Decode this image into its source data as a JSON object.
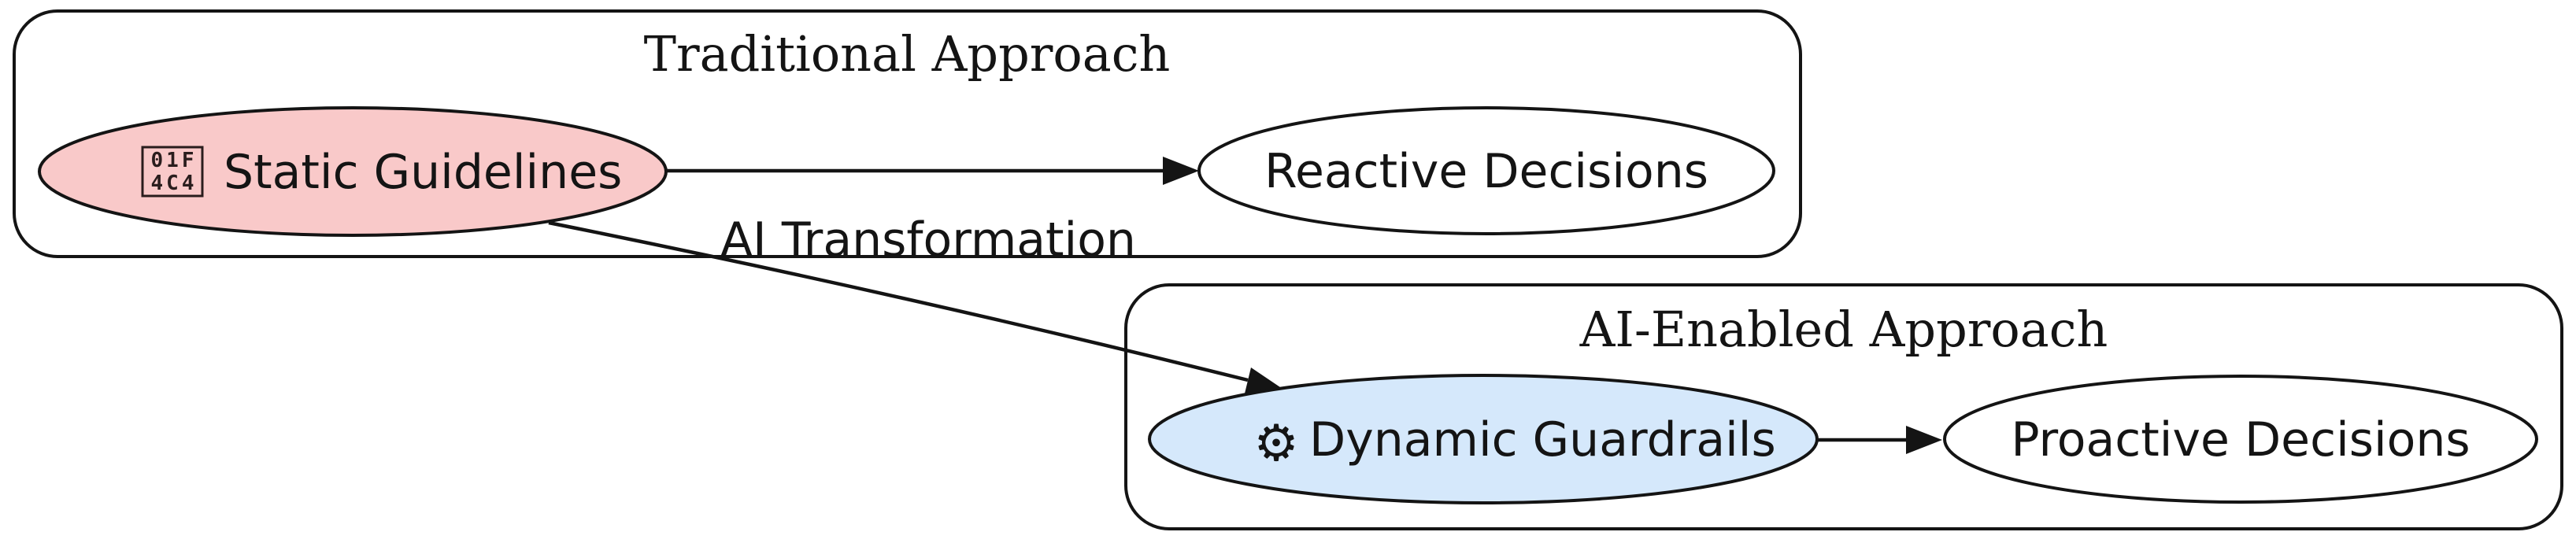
{
  "diagram": {
    "background": "#ffffff",
    "stroke_color": "#141414",
    "clusters": [
      {
        "id": "traditional",
        "label": "Traditional Approach"
      },
      {
        "id": "ai_enabled",
        "label": "AI-Enabled Approach"
      }
    ],
    "nodes": [
      {
        "id": "static_guidelines",
        "label": "Static Guidelines",
        "fill": "#F9C9C9",
        "icon_tofu_lines": [
          "01F",
          "4C4"
        ]
      },
      {
        "id": "reactive_decisions",
        "label": "Reactive Decisions",
        "fill": "#ffffff"
      },
      {
        "id": "dynamic_guardrails",
        "label": "Dynamic Guardrails",
        "fill": "#D5E8FB",
        "icon": "⚙"
      },
      {
        "id": "proactive_decisions",
        "label": "Proactive Decisions",
        "fill": "#ffffff"
      }
    ],
    "edges": [
      {
        "from": "static_guidelines",
        "to": "reactive_decisions",
        "label": ""
      },
      {
        "from": "static_guidelines",
        "to": "dynamic_guardrails",
        "label": "AI Transformation"
      },
      {
        "from": "dynamic_guardrails",
        "to": "proactive_decisions",
        "label": ""
      }
    ]
  }
}
